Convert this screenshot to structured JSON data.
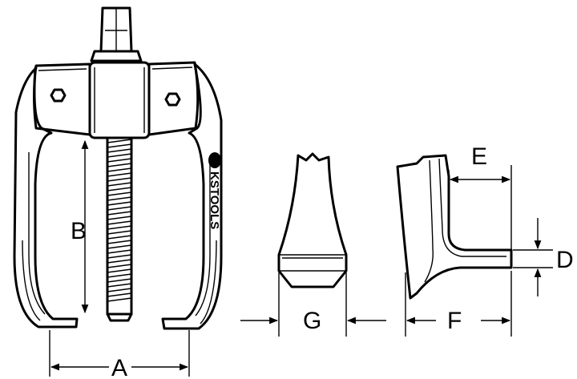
{
  "brand": {
    "text": "KSTOOLS"
  },
  "dimensions": {
    "A": "A",
    "B": "B",
    "D": "D",
    "E": "E",
    "F": "F",
    "G": "G"
  }
}
